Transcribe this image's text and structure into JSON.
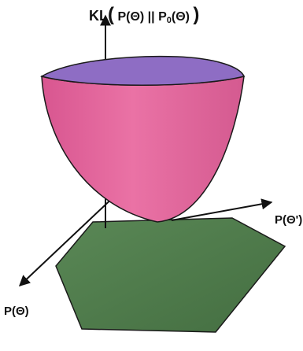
{
  "labels": {
    "z_axis_main": "KL",
    "z_axis_paren_open": "(",
    "z_axis_args": " P(Θ) || P",
    "z_axis_sub": "0",
    "z_axis_args_tail": "(Θ) ",
    "z_axis_paren_close": ")",
    "x_axis": "P(Θ')",
    "y_axis": "P(Θ)"
  },
  "colors": {
    "bowl": "#e46a9d",
    "bowl_top": "#8e6dc4",
    "polygon": "#4f7a4b",
    "outline": "#1a1a1a",
    "axis": "#111111"
  }
}
